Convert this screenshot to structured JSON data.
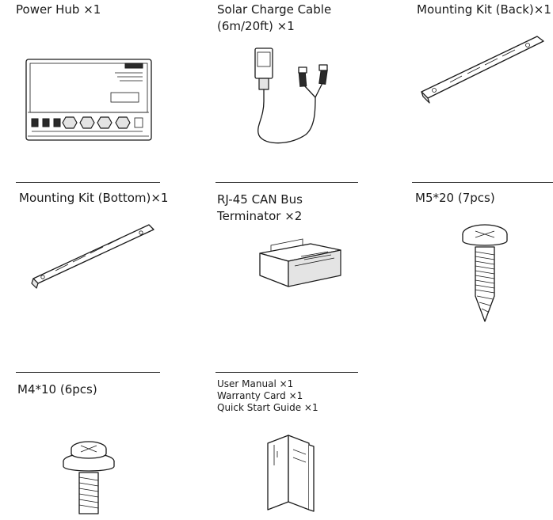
{
  "items": [
    {
      "label_lines": [
        "Power Hub ×1"
      ],
      "icon": "power-hub-icon"
    },
    {
      "label_lines": [
        "Solar Charge Cable",
        "(6m/20ft) ×1"
      ],
      "icon": "solar-charge-cable-icon"
    },
    {
      "label_lines": [
        "Mounting Kit (Back)×1"
      ],
      "icon": "mounting-kit-back-icon"
    },
    {
      "label_lines": [
        "Mounting Kit (Bottom)×1"
      ],
      "icon": "mounting-kit-bottom-icon"
    },
    {
      "label_lines": [
        "RJ-45 CAN Bus",
        "Terminator ×2"
      ],
      "icon": "rj45-terminator-icon"
    },
    {
      "label_lines": [
        "M5*20 (7pcs)"
      ],
      "icon": "m5-screw-icon"
    },
    {
      "label_lines": [
        "M4*10 (6pcs)"
      ],
      "icon": "m4-screw-icon"
    },
    {
      "label_lines": [
        "User Manual ×1",
        "Warranty Card ×1",
        "Quick Start Guide ×1"
      ],
      "icon": "documents-booklet-icon"
    }
  ]
}
